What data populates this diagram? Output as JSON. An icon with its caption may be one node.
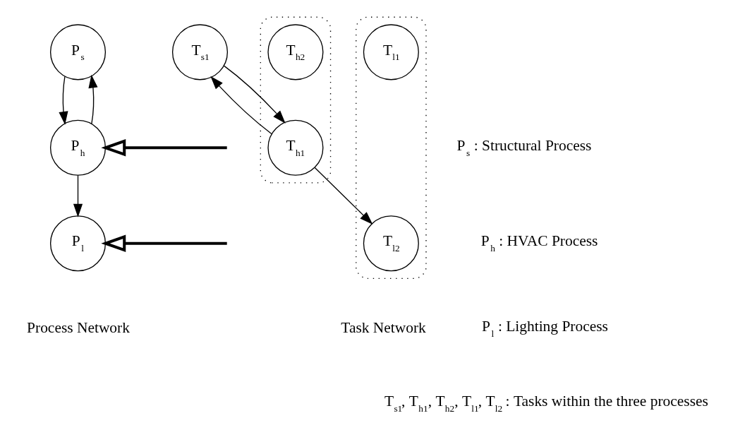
{
  "diagram": {
    "nodes": [
      {
        "text": [
          "P$_{s}$"
        ]
      },
      {
        "text": [
          "P$_{h}$"
        ]
      },
      {
        "text": [
          "P$_{l}$"
        ]
      },
      {
        "text": [
          "T$_{s1}$"
        ]
      },
      {
        "text": [],
        "shape": "ellipse"
      },
      {
        "text": [
          "T$_{h2}$"
        ],
        "in": 4
      },
      {
        "text": [
          "T$_{h1}$"
        ],
        "in": 4
      },
      {
        "text": [],
        "shape": "ellipse"
      },
      {
        "text": [
          "T$_{l1}$"
        ],
        "in": 7
      },
      {
        "text": [
          "T$_{l2}$"
        ],
        "in": 7
      }
    ],
    "edges": [
      {
        "from": 0,
        "to": 1,
        "arrow": "to"
      },
      {
        "from": 1,
        "to": 0,
        "arrow": "to"
      },
      {
        "from": 1,
        "to": 2,
        "arrow": "to"
      },
      {
        "from": 3,
        "to": 6,
        "arrow": "to"
      },
      {
        "from": 6,
        "to": 3,
        "arrow": "to"
      },
      {
        "from": 6,
        "to": 9,
        "arrow": "to"
      },
      {
        "from": null,
        "to": 1,
        "arrow": "to",
        "style": "thick"
      },
      {
        "from": null,
        "to": 2,
        "arrow": "to",
        "style": "thick"
      }
    ],
    "labels": [
      "P$_{s}$ : Structural Process",
      "P$_{h}$ : HVAC Process",
      "P$_{l}$ : Lighting Process",
      "T$_{s1}$, T$_{h1}$, T$_{h2}$, T$_{l1}$, T$_{l2}$ : Tasks within the three processes",
      "Process Network",
      "Task Network"
    ]
  }
}
